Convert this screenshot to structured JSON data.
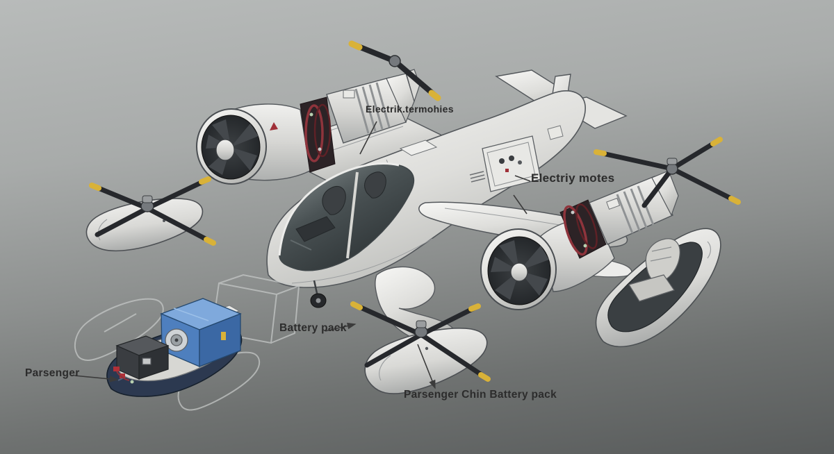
{
  "scene": {
    "description": "Exploded technical illustration of an electric VTOL aircraft with detached rotors, motors, seat pod and battery sled"
  },
  "annotations": {
    "electric_motors_top": {
      "label": "Electrik.termohies"
    },
    "electric_motors_right": {
      "label": "Electriy motes"
    },
    "battery_pack": {
      "label": "Battery pack"
    },
    "cabin_battery": {
      "label": "Parsenger Chin Battery pack"
    },
    "passenger": {
      "label": "Parsenger"
    }
  },
  "colors": {
    "background_top": "#b6b9b8",
    "background_bottom": "#585b5b",
    "body": "#f3f3f1",
    "body_shade": "#c7c8c5",
    "outline": "#53575b",
    "canopy_dark": "#2f3538",
    "propeller": "#26282c",
    "propeller_tip": "#d9b238",
    "motor_coil": "#8e343c",
    "battery_top": "#7fa9dc",
    "battery_front": "#4e7fbe",
    "battery_side": "#3b68a4",
    "hull": "#2c3950",
    "deck": "#d7d7d3",
    "seat_shell": "#3a3f42",
    "wire_red": "#b03038",
    "ghost": "#c4c7c6",
    "leader": "#3b3b3b",
    "label_text": "#2c2c2c"
  }
}
